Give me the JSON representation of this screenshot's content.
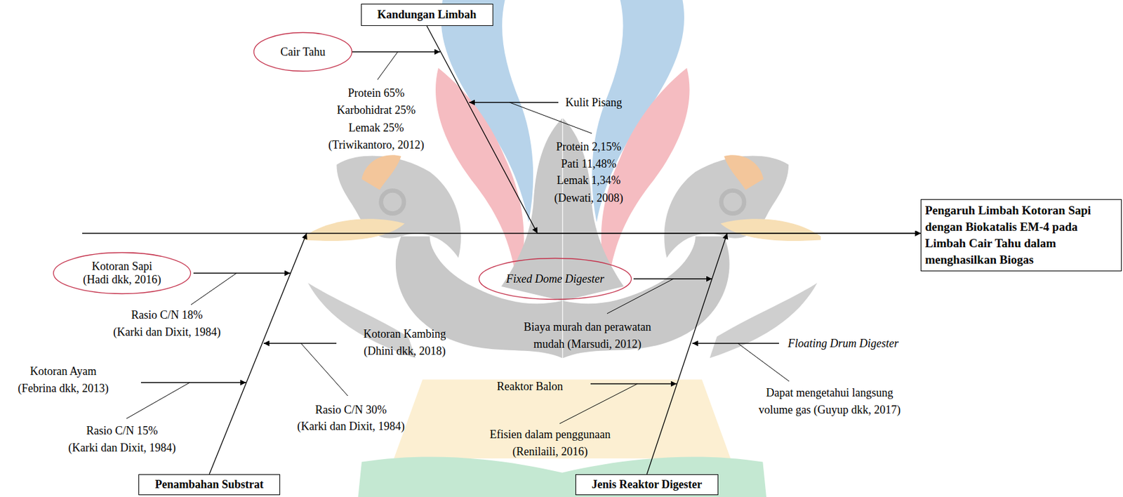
{
  "diagram": {
    "nodes": [
      {
        "text": [
          "Kandungan Limbah"
        ]
      },
      {
        "text": [
          "Cair Tahu"
        ]
      },
      {
        "text": [
          "Pengaruh Limbah Kotoran Sapi dengan Biokatalis EM-4 pada Limbah Cair Tahu dalam menghasilkan Biogas"
        ]
      },
      {
        "text": [
          "Kotoran Sapi",
          "(Hadi dkk, 2016)"
        ]
      },
      {
        "text": [
          "Fixed Dome Digester"
        ]
      },
      {
        "text": [
          "Penambahan Substrat"
        ]
      },
      {
        "text": [
          "Jenis Reaktor Digester"
        ]
      }
    ],
    "edges": [
      {
        "from": 0,
        "to": 2,
        "arrow": "to"
      },
      {
        "from": 5,
        "to": 2,
        "arrow": "to"
      },
      {
        "from": 6,
        "to": 2,
        "arrow": "to"
      }
    ],
    "labels": [
      "Protein 65%",
      "Karbohidrat 25%",
      "Lemak 25%",
      "(Triwikantoro, 2012)",
      "Kulit Pisang",
      "Protein 2,15%",
      "Pati 11,48%",
      "Lemak 1,34%",
      "(Dewati, 2008)",
      "Rasio C/N 18%",
      "(Karki dan Dixit, 1984)",
      "Kotoran Kambing",
      "(Dhini dkk, 2018)",
      "Biaya murah dan perawatan",
      "mudah (Marsudi, 2012)",
      "Floating Drum Digester",
      "Kotoran Ayam",
      "(Febrina dkk, 2013)",
      "Rasio C/N 30%",
      "(Karki dan Dixit, 1984)",
      "Reaktor Balon",
      "Dapat mengetahui langsung",
      "volume gas (Guyup dkk, 2017)",
      "Rasio C/N 15%",
      "(Karki dan Dixit, 1984)",
      "Efisien dalam penggunaan",
      "(Renilaili, 2016)"
    ]
  }
}
